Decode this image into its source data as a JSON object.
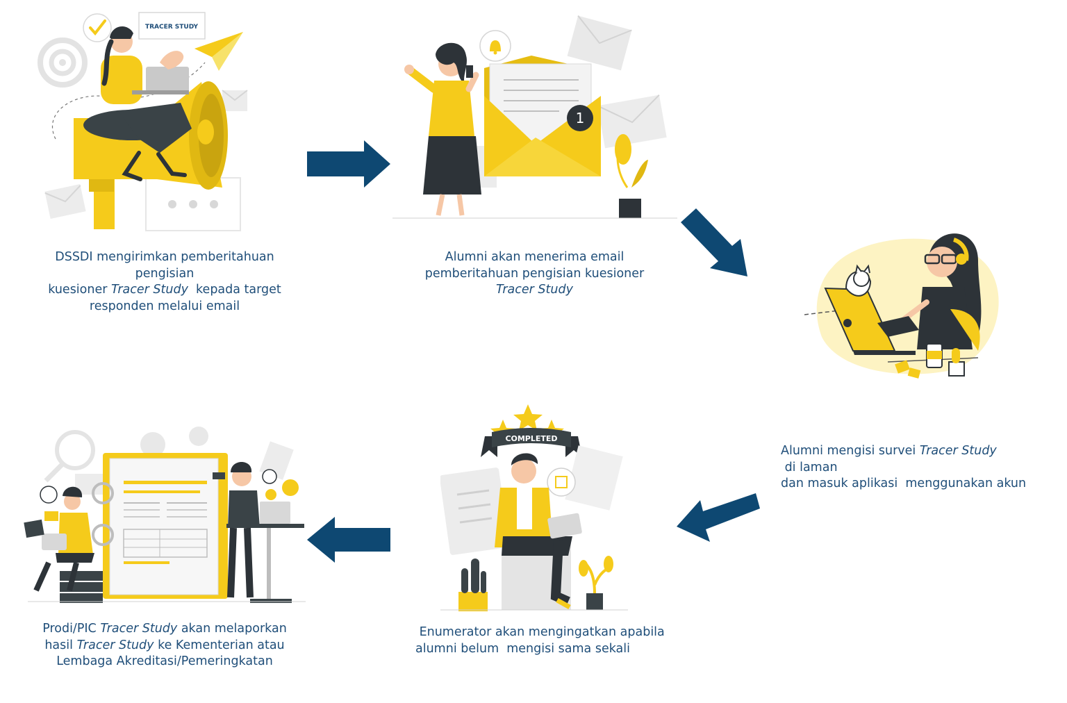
{
  "colors": {
    "accent": "#f5cb1b",
    "accent_dark": "#c9a40f",
    "navy": "#0e4872",
    "text": "#1f4e79",
    "dark": "#2d3338",
    "grey": "#e4e4e4"
  },
  "steps": [
    {
      "id": "step-1",
      "illustration": "megaphone-laptop-woman-illustration",
      "sign_label": "TRACER STUDY",
      "lines": [
        [
          {
            "t": "DSSDI mengirimkan pemberitahuan pengisian",
            "i": false
          }
        ],
        [
          {
            "t": "kuesioner ",
            "i": false
          },
          {
            "t": "Tracer Study",
            "i": true
          },
          {
            "t": "  kepada target",
            "i": false
          }
        ],
        [
          {
            "t": "responden melalui email",
            "i": false
          }
        ]
      ]
    },
    {
      "id": "step-2",
      "illustration": "email-notification-woman-illustration",
      "badge": "1",
      "lines": [
        [
          {
            "t": "Alumni akan menerima email",
            "i": false
          }
        ],
        [
          {
            "t": "pemberitahuan pengisian kuesioner",
            "i": false
          }
        ],
        [
          {
            "t": "Tracer Study",
            "i": true
          }
        ]
      ]
    },
    {
      "id": "step-3",
      "illustration": "woman-laptop-cat-illustration",
      "lines": [
        [
          {
            "t": "Alumni mengisi survei ",
            "i": false
          },
          {
            "t": "Tracer Study",
            "i": true
          },
          {
            "t": " di laman",
            "i": false
          }
        ],
        [
          {
            "t": "dan masuk aplikasi  menggunakan akun",
            "i": false
          }
        ]
      ]
    },
    {
      "id": "step-4",
      "illustration": "completed-man-tablet-illustration",
      "banner_label": "COMPLETED",
      "lines": [
        [
          {
            "t": " Enumerator akan mengingatkan apabila",
            "i": false
          }
        ],
        [
          {
            "t": "alumni belum  mengisi sama sekali",
            "i": false
          }
        ]
      ]
    },
    {
      "id": "step-5",
      "illustration": "report-binder-people-illustration",
      "lines": [
        [
          {
            "t": "Prodi/PIC ",
            "i": false
          },
          {
            "t": "Tracer Study",
            "i": true
          },
          {
            "t": " akan melaporkan",
            "i": false
          }
        ],
        [
          {
            "t": "hasil ",
            "i": false
          },
          {
            "t": "Tracer Study",
            "i": true
          },
          {
            "t": " ke Kementerian atau",
            "i": false
          }
        ],
        [
          {
            "t": "Lembaga Akreditasi/Pemeringkatan",
            "i": false
          }
        ]
      ]
    }
  ],
  "arrows": [
    {
      "name": "arrow-right-step1-to-step2",
      "direction": "right"
    },
    {
      "name": "arrow-down-right-step2-to-step3",
      "direction": "down-right"
    },
    {
      "name": "arrow-down-left-step3-to-step4",
      "direction": "down-left"
    },
    {
      "name": "arrow-left-step4-to-step5",
      "direction": "left"
    }
  ]
}
